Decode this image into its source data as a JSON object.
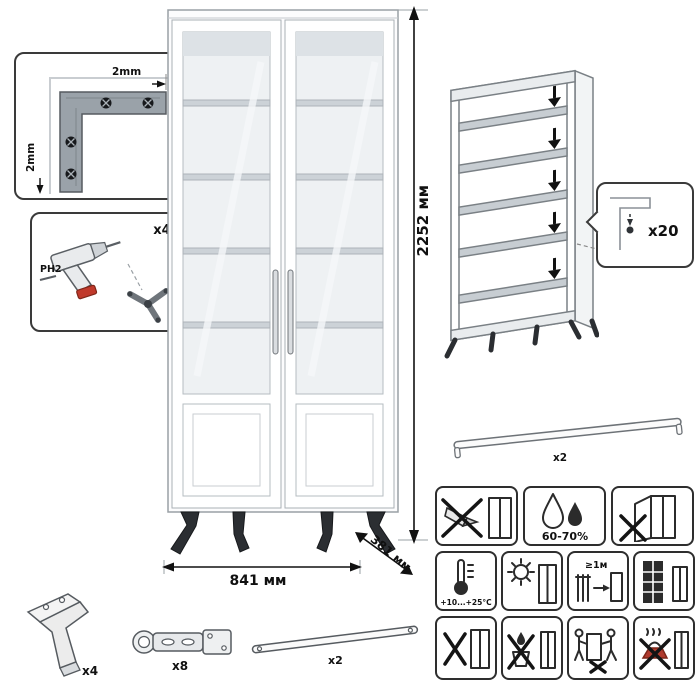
{
  "colors": {
    "outline": "#3a3a3a",
    "soft_line": "#9aa0a5",
    "glass": "#eef1f3",
    "shelf": "#ccd2d7",
    "leg_black": "#2b2e32",
    "accent_red": "#b03a2e",
    "metal_gray": "#9aa2a9"
  },
  "main_cabinet": {
    "height_label": "2252 мм",
    "width_label": "841 мм",
    "depth_label": "381 мм"
  },
  "detail_corner": {
    "top_offset": "2mm",
    "side_offset": "2mm"
  },
  "detail_drill": {
    "count": "x4",
    "bit_label": "PH2"
  },
  "detail_shelves": {
    "pin_count": "x20"
  },
  "detail_handle": {
    "count": "x2"
  },
  "hardware": {
    "leg_count": "x4",
    "hinge_count": "x8",
    "rail_count": "x2"
  },
  "care_icons": [
    {
      "name": "no-sharp-tools-icon",
      "label": ""
    },
    {
      "name": "humidity-range-icon",
      "label": "60-70%"
    },
    {
      "name": "no-door-strain-icon",
      "label": ""
    },
    {
      "name": "temperature-range-icon",
      "label": "+10...+25°С"
    },
    {
      "name": "avoid-sunlight-icon",
      "label": ""
    },
    {
      "name": "heat-distance-icon",
      "label": "≥1м"
    },
    {
      "name": "wall-clearance-icon",
      "label": ""
    },
    {
      "name": "no-overload-icon",
      "label": ""
    },
    {
      "name": "no-wet-cleaning-icon",
      "label": ""
    },
    {
      "name": "carry-do-not-drag-icon",
      "label": ""
    },
    {
      "name": "no-hot-objects-icon",
      "label": ""
    }
  ]
}
